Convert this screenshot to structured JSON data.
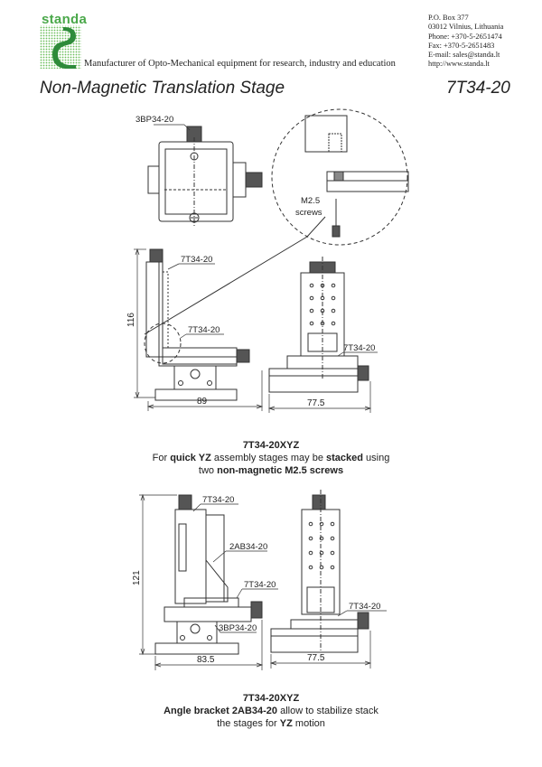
{
  "header": {
    "brand": "standa",
    "tagline": "Manufacturer of Opto-Mechanical equipment for research, industry and education",
    "contact": [
      "P.O. Box 377",
      "03012 Vilnius, Lithuania",
      "Phone: +370-5-2651474",
      "Fax: +370-5-2651483",
      "E-mail: sales@standa.lt",
      "http://www.standa.lt"
    ],
    "brand_color": "#4aa84a"
  },
  "title": "Non-Magnetic Translation Stage",
  "model": "7T34-20",
  "figure1": {
    "labels": {
      "base_part": "3BP34-20",
      "upper_stage": "7T34-20",
      "lower_stage": "7T34-20",
      "side_stage": "7T34-20",
      "screws_line1": "M2.5",
      "screws_line2": "screws"
    },
    "dims": {
      "height": "116",
      "width_left": "89",
      "width_right": "77.5"
    },
    "caption": {
      "heading": "7T34-20XYZ",
      "line2_a": "For ",
      "line2_b": "quick YZ",
      "line2_c": " assembly stages may be ",
      "line2_d": "stacked",
      "line2_e": " using",
      "line3_a": "two ",
      "line3_b": "non-magnetic M2.5 screws"
    }
  },
  "figure2": {
    "labels": {
      "upper_stage": "7T34-20",
      "bracket": "2AB34-20",
      "lower_stage": "7T34-20",
      "base_part": "3BP34-20",
      "side_stage": "7T34-20"
    },
    "dims": {
      "height": "121",
      "width_left": "83.5",
      "width_right": "77.5"
    },
    "caption": {
      "heading": "7T34-20XYZ",
      "line2_a": "Angle bracket 2AB34-20",
      "line2_b": " allow to stabilize stack",
      "line3_a": "the stages for ",
      "line3_b": "YZ",
      "line3_c": " motion"
    }
  }
}
